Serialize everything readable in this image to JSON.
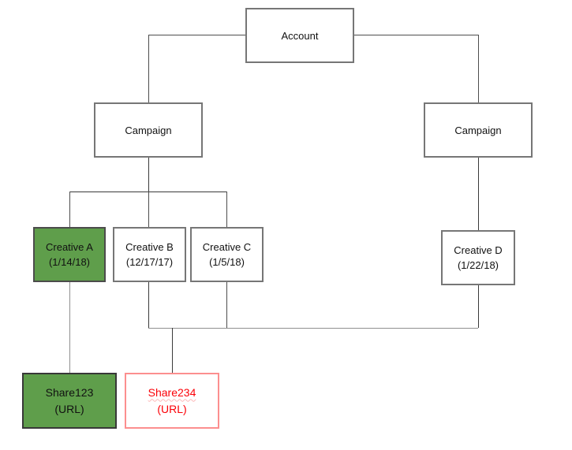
{
  "diagram": {
    "type": "hierarchy-tree",
    "colors": {
      "green_fill": "#5f9e4b",
      "gray_box_border": "#767676",
      "red_text": "#fb0007",
      "red_box_border": "#fc8f8f",
      "wavy_underline": "#fdb8b8",
      "connector_dark": "#3a3a3a",
      "connector_gray": "#8f8f8f",
      "background": "#ffffff"
    }
  },
  "nodes": {
    "account": {
      "label": "Account"
    },
    "campaign_left": {
      "label": "Campaign"
    },
    "campaign_right": {
      "label": "Campaign"
    },
    "creative_a": {
      "name": "Creative A",
      "date": "(1/14/18)"
    },
    "creative_b": {
      "name": "Creative B",
      "date": "(12/17/17)"
    },
    "creative_c": {
      "name": "Creative C",
      "date": "(1/5/18)"
    },
    "creative_d": {
      "name": "Creative D",
      "date": "(1/22/18)"
    },
    "share123": {
      "name": "Share123",
      "url": "(URL)"
    },
    "share234": {
      "name": "Share234",
      "url": "(URL)"
    }
  }
}
